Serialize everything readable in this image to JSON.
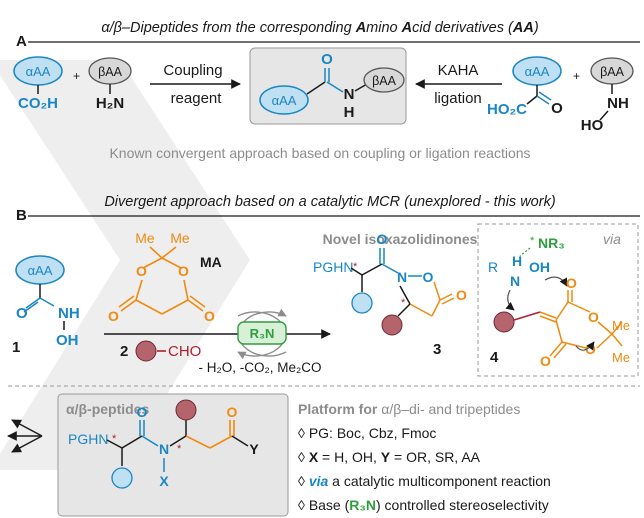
{
  "section_a": {
    "letter": "A",
    "title_prefix": "α/β",
    "title_main": "–Dipeptides from the corresponding ",
    "title_b1": "A",
    "title_t1": "mino ",
    "title_b2": "A",
    "title_t2": "cid derivatives (",
    "title_b3": "AA",
    "title_t3": ")",
    "left_acid": {
      "badge": "αAA",
      "group": "CO₂H"
    },
    "left_amine": {
      "badge": "βAA",
      "group": "H₂N"
    },
    "plus": "+",
    "coupling_line1": "Coupling",
    "coupling_line2": "reagent",
    "product": {
      "badge_left": "αAA",
      "badge_right": "βAA",
      "o": "O",
      "n": "N",
      "h": "H"
    },
    "kaha_line1": "KAHA",
    "kaha_line2": "ligation",
    "right_acid": {
      "badge": "αAA",
      "group": "HO₂C",
      "o": "O"
    },
    "right_amine": {
      "badge": "βAA",
      "nh": "NH",
      "ho": "HO"
    },
    "caption": "Known convergent approach based on coupling or ligation reactions"
  },
  "section_b": {
    "letter": "B",
    "title": "Divergent approach based on a catalytic MCR (unexplored - this work)",
    "compound1": {
      "badge": "αAA",
      "o": "O",
      "nh": "NH",
      "oh": "OH",
      "label": "1"
    },
    "ma": {
      "label": "MA",
      "me1": "Me",
      "me2": "Me",
      "o_ring1": "O",
      "o_ring2": "O",
      "o_left": "O",
      "o_right": "O"
    },
    "reagent2": {
      "label": "2",
      "group": "CHO"
    },
    "catalyst": "R₃N",
    "byproducts": "- H₂O, -CO₂, Me₂CO",
    "product3": {
      "heading": "Novel isoxazolidinones",
      "pghn": "PGHN",
      "o_top": "O",
      "n": "N",
      "o_ring": "O",
      "o_carbonyl": "O",
      "label": "3"
    },
    "via": {
      "label": "via",
      "nr3": "NR₃",
      "r": "R",
      "h": "H",
      "n": "N",
      "oh": "OH",
      "o1": "O",
      "o2": "O",
      "o3": "O",
      "o4": "O",
      "me1": "Me",
      "me2": "Me",
      "label4": "4"
    },
    "peptides": {
      "heading": "α/β-peptides",
      "pghn": "PGHN",
      "o1": "O",
      "n": "N",
      "x": "X",
      "o2": "O",
      "y": "Y"
    },
    "platform_title_b": "Platform for ",
    "platform_title_t": "α/β–di- and tripeptides",
    "bullets": [
      {
        "prefix": "◊ ",
        "text": "PG: Boc, Cbz, Fmoc"
      },
      {
        "prefix": "◊ ",
        "bold1": "X",
        "text1": " = H, OH, ",
        "bold2": "Y",
        "text2": " = OR, SR, AA"
      },
      {
        "prefix": "◊ ",
        "italic": "via",
        "text": " a catalytic multicomponent reaction"
      },
      {
        "prefix": "◊ ",
        "text": "Base (",
        "base": "R₃N",
        "text2": ") controlled stereoselectivity"
      }
    ]
  },
  "colors": {
    "blue": "#1a86c4",
    "orange": "#f08a10",
    "green": "#2f9e3c",
    "maroon": "#b5646d",
    "crimson": "#b0202e",
    "gray": "#8c8c8c",
    "dark": "#1a1a1a",
    "box": "#e6e6e6",
    "badge_gray": "#d8d8d8"
  }
}
